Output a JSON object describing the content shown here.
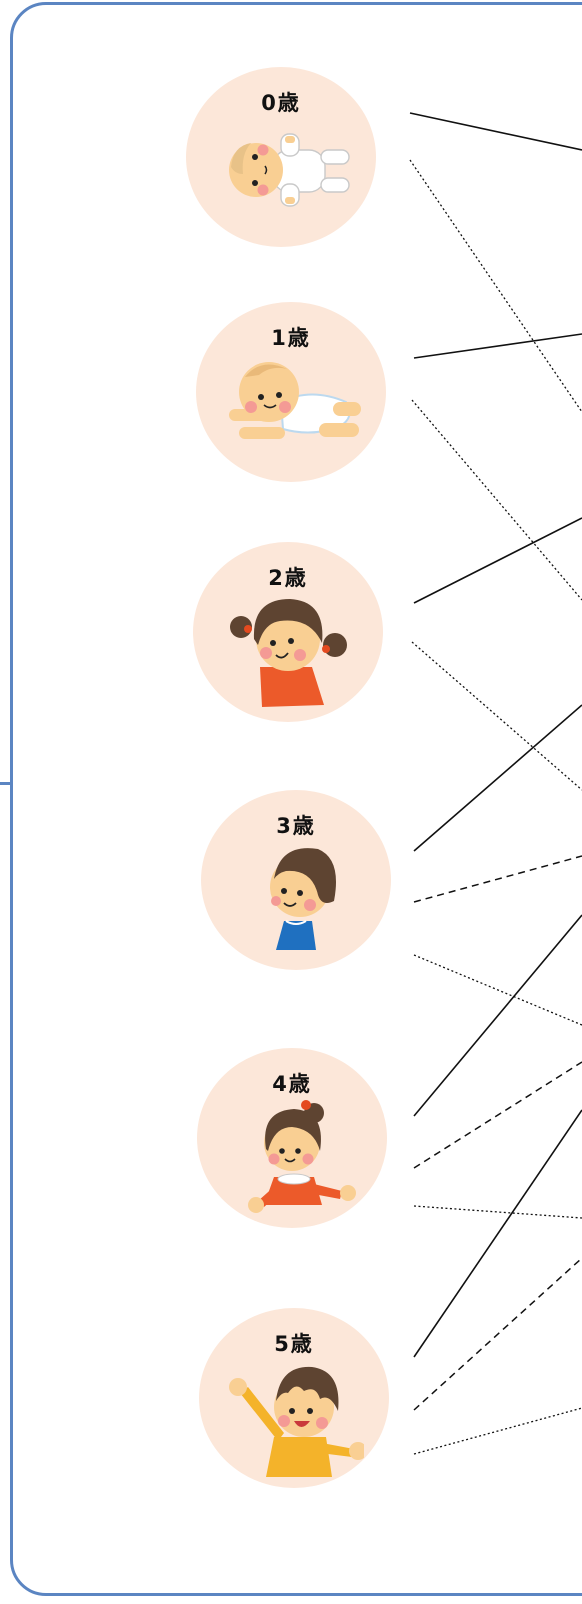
{
  "ages": [
    {
      "label": "0歳",
      "figure": "baby-lying-icon"
    },
    {
      "label": "1歳",
      "figure": "baby-crawling-icon"
    },
    {
      "label": "2歳",
      "figure": "girl-pigtails-icon"
    },
    {
      "label": "3歳",
      "figure": "boy-blue-shirt-icon"
    },
    {
      "label": "4歳",
      "figure": "girl-waving-icon"
    },
    {
      "label": "5歳",
      "figure": "boy-cheering-icon"
    }
  ],
  "colors": {
    "frame": "#5b85c2",
    "circle": "#fce7d9",
    "skin": "#f9cf93",
    "hair_dark": "#5e4431",
    "cheek": "#f49a95",
    "orange_top": "#ec5a2a",
    "blue_top": "#1f70c0",
    "yellow_top": "#f4b32a"
  },
  "line_styles": [
    "solid",
    "dotted",
    "dashed"
  ]
}
